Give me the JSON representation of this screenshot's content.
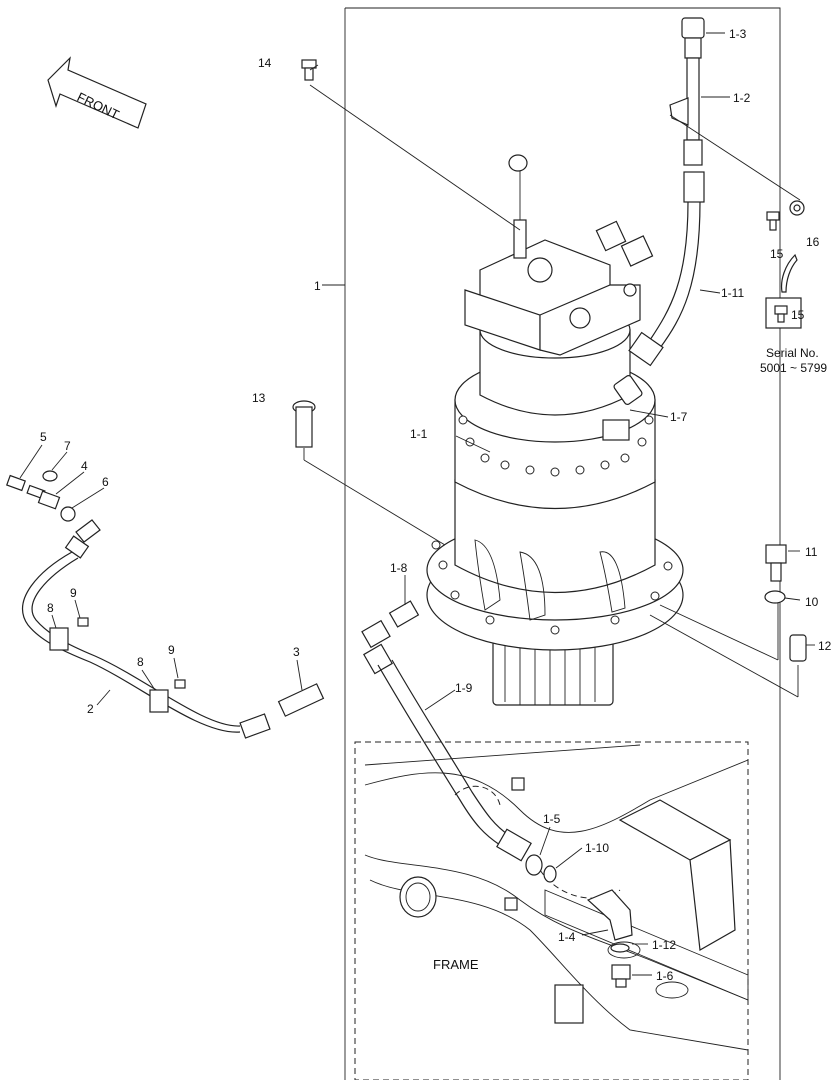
{
  "front_label": "FRONT",
  "frame_label": "FRAME",
  "serial_note": [
    "Serial No.",
    "5001 ~ 5799"
  ],
  "callouts": [
    {
      "id": "1-3",
      "text": "1-3"
    },
    {
      "id": "1-2",
      "text": "1-2"
    },
    {
      "id": "14",
      "text": "14"
    },
    {
      "id": "16",
      "text": "16"
    },
    {
      "id": "15a",
      "text": "15"
    },
    {
      "id": "15b",
      "text": "15"
    },
    {
      "id": "1",
      "text": "1"
    },
    {
      "id": "1-11",
      "text": "1-11"
    },
    {
      "id": "13",
      "text": "13"
    },
    {
      "id": "1-7",
      "text": "1-7"
    },
    {
      "id": "1-1",
      "text": "1-1"
    },
    {
      "id": "5",
      "text": "5"
    },
    {
      "id": "7",
      "text": "7"
    },
    {
      "id": "4",
      "text": "4"
    },
    {
      "id": "6",
      "text": "6"
    },
    {
      "id": "11",
      "text": "11"
    },
    {
      "id": "1-8",
      "text": "1-8"
    },
    {
      "id": "10",
      "text": "10"
    },
    {
      "id": "8a",
      "text": "8"
    },
    {
      "id": "9a",
      "text": "9"
    },
    {
      "id": "12",
      "text": "12"
    },
    {
      "id": "3",
      "text": "3"
    },
    {
      "id": "9b",
      "text": "9"
    },
    {
      "id": "8b",
      "text": "8"
    },
    {
      "id": "1-9",
      "text": "1-9"
    },
    {
      "id": "2",
      "text": "2"
    },
    {
      "id": "1-5",
      "text": "1-5"
    },
    {
      "id": "1-10",
      "text": "1-10"
    },
    {
      "id": "1-4",
      "text": "1-4"
    },
    {
      "id": "1-12",
      "text": "1-12"
    },
    {
      "id": "1-6",
      "text": "1-6"
    }
  ]
}
